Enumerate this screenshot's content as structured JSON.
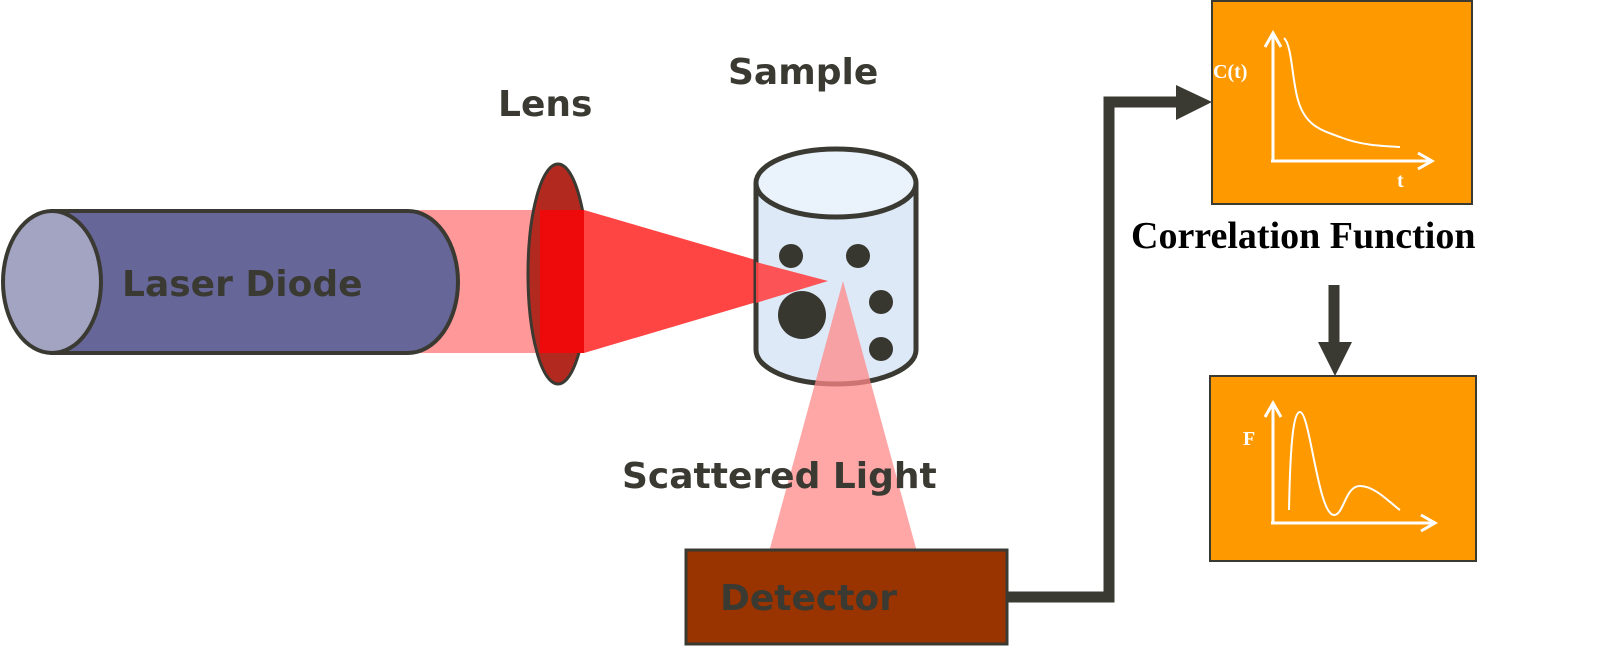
{
  "labels": {
    "laser": "Laser Diode",
    "lens": "Lens",
    "sample": "Sample",
    "scattered": "Scattered Light",
    "detector": "Detector",
    "correlation": "Correlation Function"
  },
  "plots": {
    "correlation": {
      "y_label": "C(t)",
      "x_label": "t"
    },
    "distribution": {
      "y_label": "F"
    }
  },
  "colors": {
    "laser_body": "#666699",
    "laser_end": "#a3a3c2",
    "beam_light": "#ff9999",
    "beam_bright": "#ff4444",
    "lens": "#b22a1f",
    "sample_fill": "#dde9f7",
    "particle": "#38372f",
    "detector": "#993300",
    "panel": "#ff9900",
    "outline": "#3a3a33"
  }
}
